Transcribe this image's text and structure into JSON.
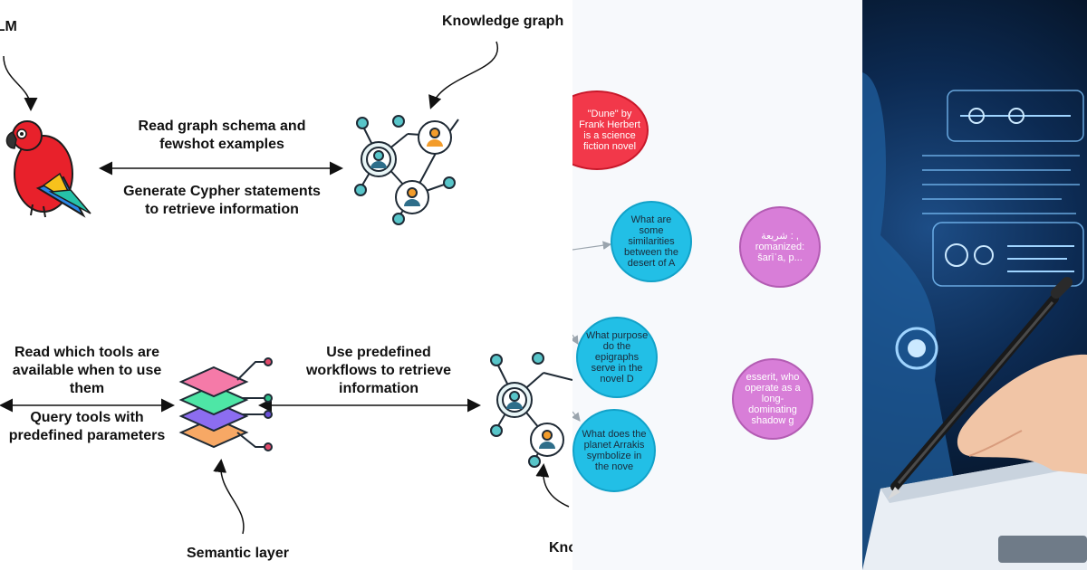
{
  "diagram": {
    "llm_label": "LLM",
    "kg_top_label": "Knowledge graph",
    "arrow1_top": [
      "Read graph schema and",
      "fewshot examples"
    ],
    "arrow1_bottom": [
      "Generate Cypher statements",
      "to retrieve information"
    ],
    "left_arrow_top": [
      "Read which tools are",
      "available when to use",
      "them"
    ],
    "left_arrow_bottom": [
      "Query tools with",
      "predefined parameters"
    ],
    "right_arrow_top": [
      "Use predefined",
      "workflows to retrieve",
      "information"
    ],
    "semantic_label": "Semantic layer",
    "kg_bottom_label": "Knowledge graph"
  },
  "graph": {
    "nodes": [
      {
        "id": "n1",
        "text": "\"Dune\" by Frank Herbert is a science fiction novel",
        "color": "red"
      },
      {
        "id": "n2",
        "text": "What are some similarities between the desert of A",
        "color": "cyan"
      },
      {
        "id": "n3",
        "text": "شريعة : , romanized: šarīʿa, p...",
        "color": "pink"
      },
      {
        "id": "n4",
        "text": "What purpose do the epigraphs serve in the novel D",
        "color": "cyan"
      },
      {
        "id": "n5",
        "text": "esserit, who operate as a long-dominating shadow g",
        "color": "pink"
      },
      {
        "id": "n6",
        "text": "What does the planet Arrakis symbolize in the nove",
        "color": "cyan"
      }
    ]
  },
  "colors": {
    "red": "#f2384a",
    "cyan": "#22bfe6",
    "pink": "#d87ed8",
    "icon_blue": "#2e6e8a",
    "icon_teal": "#58c5c9",
    "icon_orange": "#f39c2b",
    "layer_pink": "#f57aa8",
    "layer_green": "#4ee6a6",
    "layer_purple": "#8c6df0",
    "layer_orange": "#f7a865"
  }
}
